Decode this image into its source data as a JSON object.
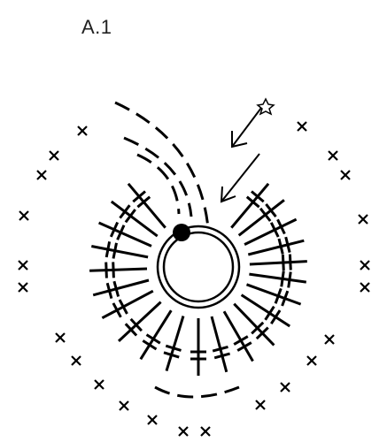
{
  "title": "A.1",
  "ink_color": "#000000",
  "symbols": {
    "start": "start-star-icon",
    "direction": "direction-arrow-icon",
    "magic_ring": "magic-ring",
    "join": "slip-stitch-dot",
    "chain": "chain-stitch-dash",
    "treble": "treble-crochet",
    "single": "single-crochet-x"
  }
}
